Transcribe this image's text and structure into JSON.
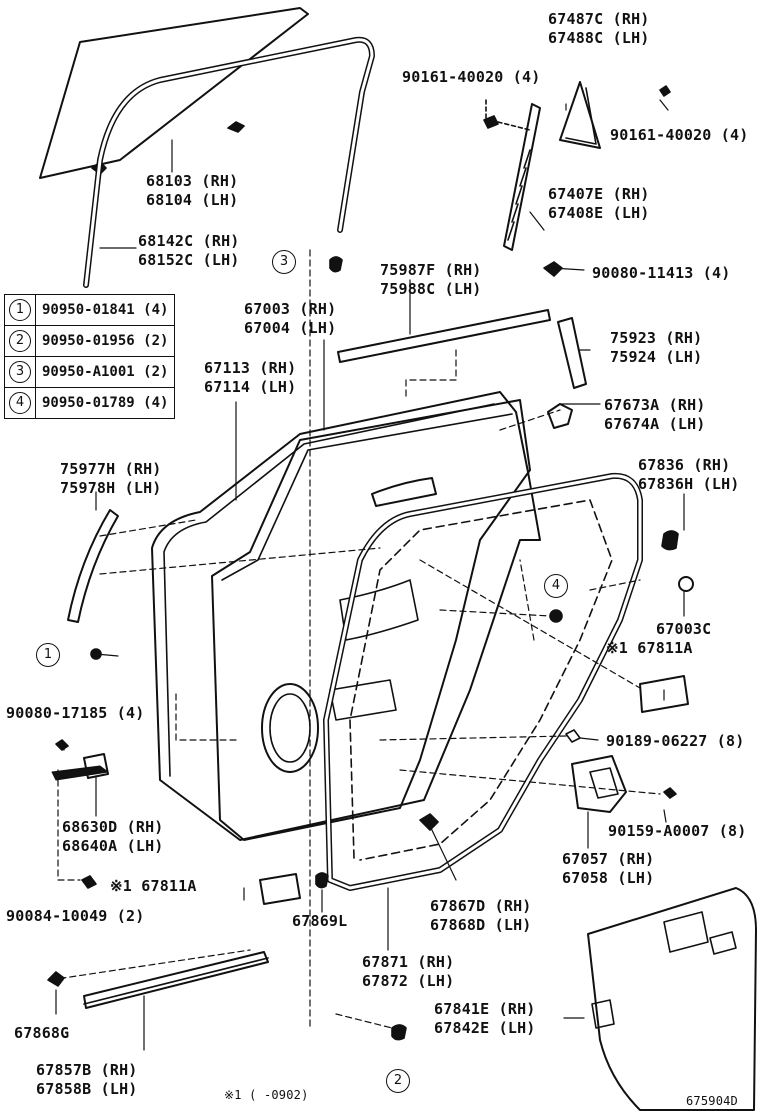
{
  "parts": {
    "glass": [
      "68103 (RH)",
      "68104 (LH)"
    ],
    "glass_run": [
      "68142C (RH)",
      "68152C (LH)"
    ],
    "door_panel": [
      "67003 (RH)",
      "67004 (LH)"
    ],
    "frame": [
      "67113 (RH)",
      "67114 (LH)"
    ],
    "pad_front": [
      "75977H (RH)",
      "75978H (LH)"
    ],
    "bolt_17185": "90080-17185 (4)",
    "checker": [
      "68630D (RH)",
      "68640A (LH)"
    ],
    "bolt_10049": "90084-10049 (2)",
    "seal_left": "※1 67811A",
    "clip_869": "67869L",
    "clip_868g": "67868G",
    "weatherstrip_lower": [
      "67857B (RH)",
      "67858B (LH)"
    ],
    "footnote": "※1 (     -0902)",
    "diagram_id": "675904D",
    "quarter_glass": [
      "67487C (RH)",
      "67488C (LH)"
    ],
    "screw_left": "90161-40020 (4)",
    "screw_right": "90161-40020 (4)",
    "channel": [
      "67407E (RH)",
      "67408E (LH)"
    ],
    "bolt_11413": "90080-11413 (4)",
    "belt_moulding": [
      "75987F (RH)",
      "75988C (LH)"
    ],
    "pad_rear": [
      "75923 (RH)",
      "75924 (LH)"
    ],
    "bracket": [
      "67673A (RH)",
      "67674A (LH)"
    ],
    "plug_836": [
      "67836 (RH)",
      "67836H (LH)"
    ],
    "plug_003c": "67003C",
    "seal_right": "※1 67811A",
    "clip_06227": "90189-06227 (8)",
    "bolt_a0007": "90159-A0007 (8)",
    "motor": [
      "67057 (RH)",
      "67058 (LH)"
    ],
    "weatherstrip_door": [
      "67867D (RH)",
      "67868D (LH)"
    ],
    "weatherstrip_body": [
      "67871 (RH)",
      "67872 (LH)"
    ],
    "trim_board": [
      "67841E (RH)",
      "67842E (LH)"
    ]
  },
  "legend": [
    {
      "num": "1",
      "part": "90950-01841 (4)"
    },
    {
      "num": "2",
      "part": "90950-01956 (2)"
    },
    {
      "num": "3",
      "part": "90950-A1001 (2)"
    },
    {
      "num": "4",
      "part": "90950-01789 (4)"
    }
  ],
  "callouts": {
    "c1": "1",
    "c2": "2",
    "c3": "3",
    "c4": "4"
  }
}
